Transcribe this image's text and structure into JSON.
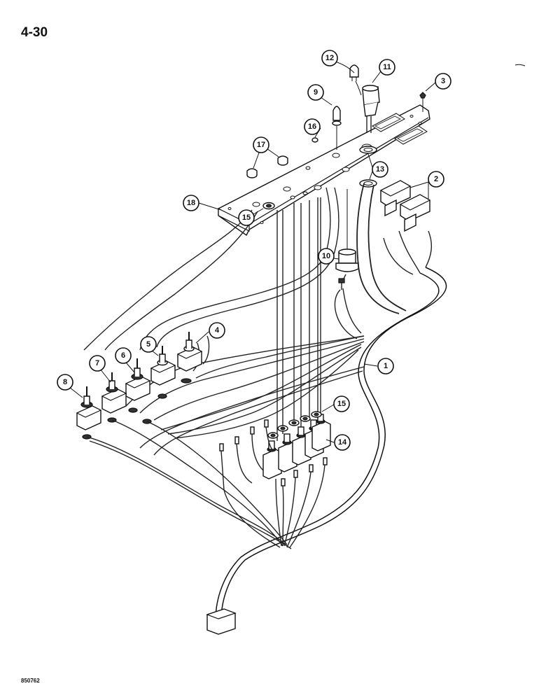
{
  "page_number": "4-30",
  "drawing_code": "850762",
  "callouts": [
    {
      "id": "c1",
      "label": "1"
    },
    {
      "id": "c2",
      "label": "2"
    },
    {
      "id": "c3",
      "label": "3"
    },
    {
      "id": "c4",
      "label": "4"
    },
    {
      "id": "c5",
      "label": "5"
    },
    {
      "id": "c6",
      "label": "6"
    },
    {
      "id": "c7",
      "label": "7"
    },
    {
      "id": "c8",
      "label": "8"
    },
    {
      "id": "c9",
      "label": "9"
    },
    {
      "id": "c10",
      "label": "10"
    },
    {
      "id": "c11",
      "label": "11"
    },
    {
      "id": "c12",
      "label": "12"
    },
    {
      "id": "c13",
      "label": "13"
    },
    {
      "id": "c14",
      "label": "14"
    },
    {
      "id": "c15a",
      "label": "15"
    },
    {
      "id": "c15b",
      "label": "15"
    },
    {
      "id": "c16",
      "label": "16"
    },
    {
      "id": "c17",
      "label": "17"
    },
    {
      "id": "c18",
      "label": "18"
    }
  ]
}
